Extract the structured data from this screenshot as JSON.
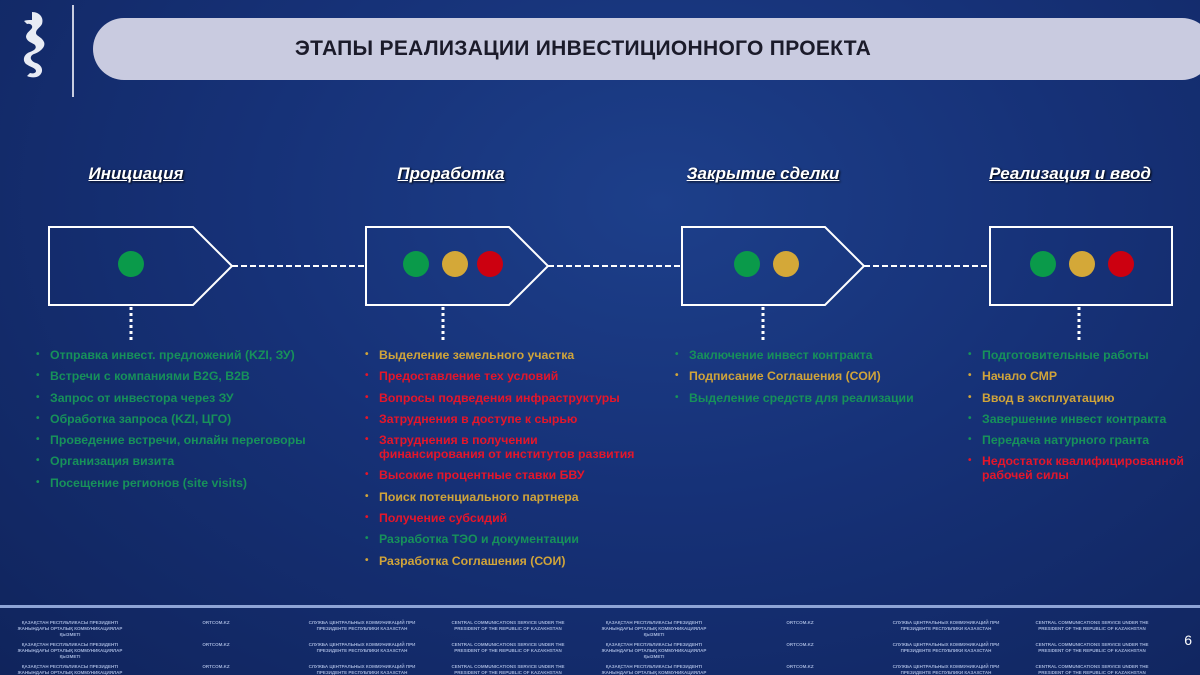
{
  "header": {
    "title": "ЭТАПЫ РЕАЛИЗАЦИИ ИНВЕСТИЦИОННОГО ПРОЕКТА",
    "logo": "snow-leopard-emblem"
  },
  "colors": {
    "green": "#0a9a4a",
    "yellow": "#d4a838",
    "red": "#cc0010",
    "background": "#163177"
  },
  "stages": [
    {
      "title": "Инициация",
      "indicators": [
        "green"
      ],
      "items": [
        {
          "text": "Отправка инвест. предложений (KZI, ЗУ)",
          "status": "green"
        },
        {
          "text": "Встречи с компаниями B2G, B2B",
          "status": "green"
        },
        {
          "text": "Запрос от инвестора через ЗУ",
          "status": "green"
        },
        {
          "text": "Обработка запроса (KZI, ЦГО)",
          "status": "green"
        },
        {
          "text": "Проведение встречи, онлайн переговоры",
          "status": "green"
        },
        {
          "text": "Организация визита",
          "status": "green"
        },
        {
          "text": "Посещение регионов (site visits)",
          "status": "green"
        }
      ]
    },
    {
      "title": "Проработка",
      "indicators": [
        "green",
        "yellow",
        "red"
      ],
      "items": [
        {
          "text": "Выделение земельного участка",
          "status": "yellow"
        },
        {
          "text": "Предоставление тех условий",
          "status": "red"
        },
        {
          "text": "Вопросы подведения инфраструктуры",
          "status": "red"
        },
        {
          "text": "Затруднения в доступе к сырью",
          "status": "red"
        },
        {
          "text": "Затруднения в получении финансирования от институтов развития",
          "status": "red"
        },
        {
          "text": "Высокие процентные ставки БВУ",
          "status": "red"
        },
        {
          "text": "Поиск потенциального партнера",
          "status": "yellow"
        },
        {
          "text": "Получение субсидий",
          "status": "red"
        },
        {
          "text": "Разработка ТЭО и документации",
          "status": "green"
        },
        {
          "text": "Разработка Соглашения (СОИ)",
          "status": "yellow"
        }
      ]
    },
    {
      "title": "Закрытие сделки",
      "indicators": [
        "green",
        "yellow"
      ],
      "items": [
        {
          "text": "Заключение инвест контракта",
          "status": "green"
        },
        {
          "text": "Подписание Соглашения (СОИ)",
          "status": "yellow"
        },
        {
          "text": "Выделение средств для реализации",
          "status": "green"
        }
      ]
    },
    {
      "title": "Реализация и ввод",
      "indicators": [
        "green",
        "yellow",
        "red"
      ],
      "items": [
        {
          "text": "Подготовительные работы",
          "status": "green"
        },
        {
          "text": "Начало СМР",
          "status": "yellow"
        },
        {
          "text": "Ввод в эксплуатацию",
          "status": "yellow"
        },
        {
          "text": "Завершение инвест контракта",
          "status": "green"
        },
        {
          "text": "Передача натурного гранта",
          "status": "green"
        },
        {
          "text": "Недостаток квалифицированной рабочей силы",
          "status": "red"
        }
      ]
    }
  ],
  "footer": {
    "watermark": [
      "ҚАЗАҚСТАН РЕСПУБЛИКАСЫ ПРЕЗИДЕНТІ ЖАНЫНДАҒЫ ОРТАЛЫҚ КОММУНИКАЦИЯЛАР ҚЫЗМЕТІ",
      "ORTCOM.KZ",
      "СЛУЖБА ЦЕНТРАЛЬНЫХ КОММУНИКАЦИЙ ПРИ ПРЕЗИДЕНТЕ РЕСПУБЛИКИ КАЗАХСТАН",
      "CENTRAL COMMUNICATIONS SERVICE UNDER THE PRESIDENT OF THE REPUBLIC OF KAZAKHSTAN"
    ],
    "page_number": "6"
  }
}
